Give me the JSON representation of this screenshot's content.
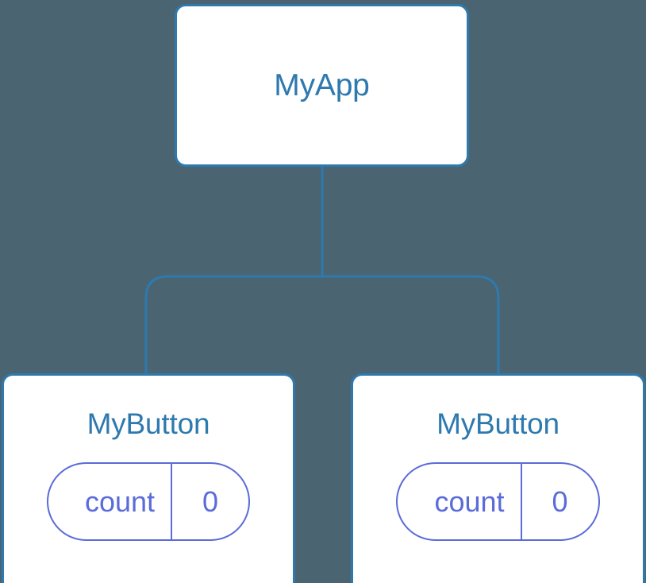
{
  "diagram": {
    "type": "component-tree",
    "background_color": "#4A6571",
    "node_border_color": "#2E79AE",
    "node_title_color": "#2E79AE",
    "node_fill_color": "#FFFFFF",
    "state_pill_color": "#5B6BD8",
    "connector_color": "#2E79AE"
  },
  "root": {
    "title": "MyApp"
  },
  "children": [
    {
      "title": "MyButton",
      "state": {
        "key": "count",
        "value": "0"
      }
    },
    {
      "title": "MyButton",
      "state": {
        "key": "count",
        "value": "0"
      }
    }
  ]
}
